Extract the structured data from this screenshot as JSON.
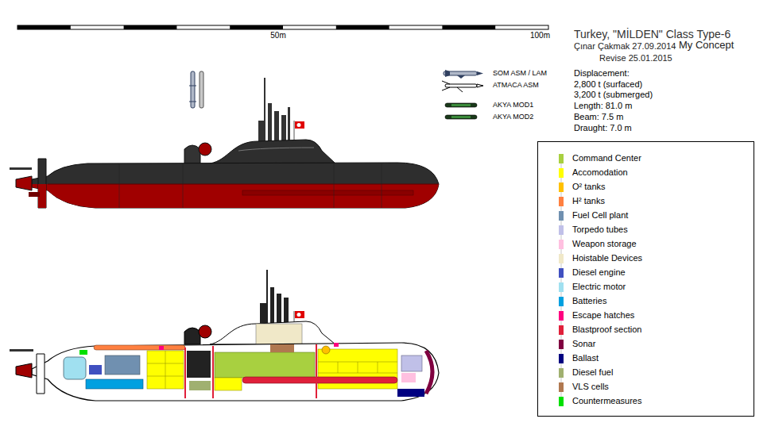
{
  "diagram": {
    "title": "Turkey, \"MİLDEN\" Class Type-6",
    "labels": [
      "50m",
      "100m",
      "Çınar Çakmak 27.09.2014",
      "My Concept",
      "Revise 25.01.2015",
      "SOM ASM / LAM",
      "ATMACA ASM",
      "AKYA MOD1",
      "AKYA MOD2",
      "Displacement:",
      "2,800 t (surfaced)",
      "3,200 t (submerged)",
      "Length: 81.0 m",
      "Beam: 7.5 m",
      "Draught: 7.0 m"
    ],
    "legend": [
      {
        "text": "Command Center",
        "color": "#a8d040"
      },
      {
        "text": "Accomodation",
        "color": "#ffff00"
      },
      {
        "text": "O² tanks",
        "color": "#ffc000"
      },
      {
        "text": "H² tanks",
        "color": "#ff8040"
      },
      {
        "text": "Fuel Cell plant",
        "color": "#7090b0"
      },
      {
        "text": "Torpedo tubes",
        "color": "#c0c0e8"
      },
      {
        "text": "Weapon storage",
        "color": "#ffc0e0"
      },
      {
        "text": "Hoistable Devices",
        "color": "#f0e8c8"
      },
      {
        "text": "Diesel engine",
        "color": "#4050c0"
      },
      {
        "text": "Electric motor",
        "color": "#a0e0f0"
      },
      {
        "text": "Batteries",
        "color": "#00a0e0"
      },
      {
        "text": "Escape hatches",
        "color": "#ff0080"
      },
      {
        "text": "Blastproof section",
        "color": "#e0203a"
      },
      {
        "text": "Sonar",
        "color": "#800040"
      },
      {
        "text": "Ballast",
        "color": "#000080"
      },
      {
        "text": "Diesel fuel",
        "color": "#a0b070"
      },
      {
        "text": "VLS cells",
        "color": "#b07850"
      },
      {
        "text": "Countermeasures",
        "color": "#00e000"
      }
    ]
  }
}
